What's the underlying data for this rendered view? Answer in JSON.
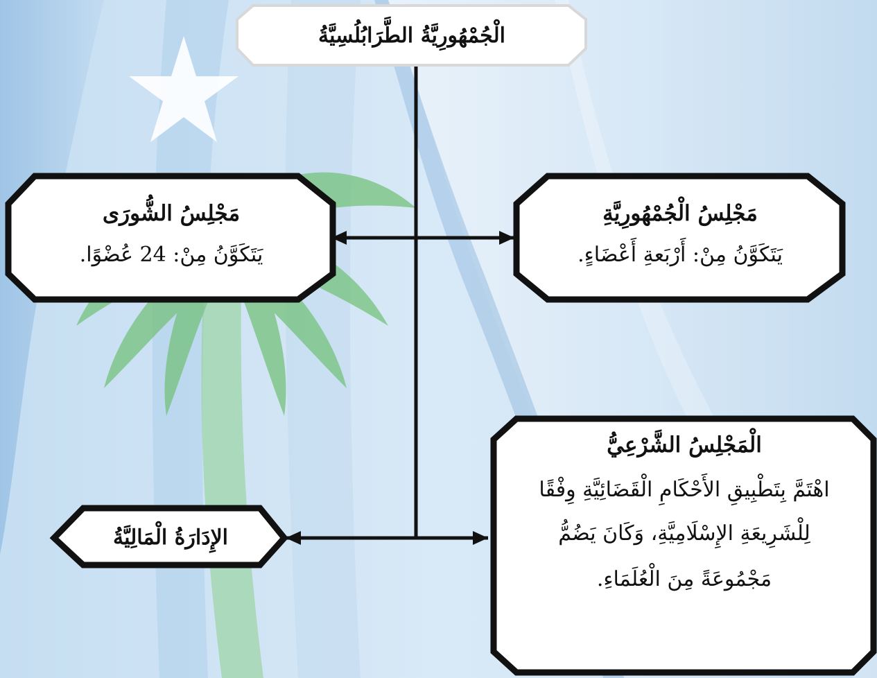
{
  "colors": {
    "background": "#cfe3f3",
    "flag_dark": "#7fb2df",
    "palm": "#6fbf73",
    "star": "#ffffff",
    "box_border": "#111111",
    "box_fill": "#ffffff"
  },
  "background_image": {
    "star_icon": "star-icon",
    "palm_icon": "palm-tree-icon"
  },
  "root": {
    "title": "الْجُمْهُورِيَّةُ الطَّرَابُلُسِيَّةُ"
  },
  "shura_council": {
    "title": "مَجْلِسُ الشُّورَى",
    "body": "يَتَكَوَّنُ مِنْ: 24 عُضْوًا."
  },
  "republic_council": {
    "title": "مَجْلِسُ الْجُمْهُورِيَّةِ",
    "body": "يَتَكَوَّنُ مِنْ: أَرْبَعةِ أَعْضَاءٍ."
  },
  "financial_admin": {
    "title": "الإِدَارَةُ الْمَالِيَّةُ"
  },
  "sharia_council": {
    "title": "الْمَجْلِسُ الشَّرْعِيُّ",
    "body_lines": [
      "اهْتَمَّ بِتَطْبِيقِ الأَحْكَامِ الْقَضَائِيَّةِ وِفْقًا",
      "لِلْشَرِيعَةِ الإِسْلَامِيَّةِ، وَكَانَ يَضُمُّ",
      "مَجْمُوعَةً مِنَ الْعُلَمَاءِ."
    ]
  }
}
